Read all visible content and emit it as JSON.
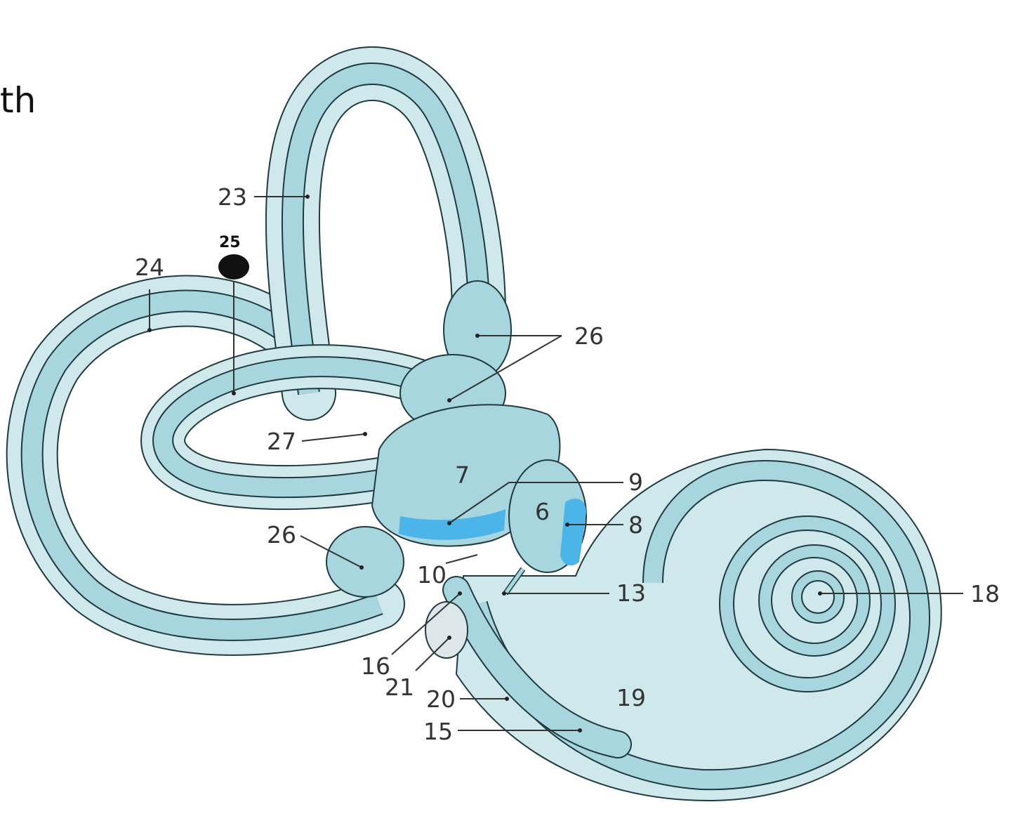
{
  "page": {
    "corner_fragment": "th"
  },
  "colors": {
    "outer_fill": "#cfe8ec",
    "mid_fill": "#a8d6de",
    "inner_fill": "#c6e6eb",
    "macula": "#4bb4e8",
    "outline": "#1f3a40"
  },
  "labels": {
    "l6": "6",
    "l7": "7",
    "l8": "8",
    "l9": "9",
    "l10": "10",
    "l13": "13",
    "l15": "15",
    "l16": "16",
    "l18": "18",
    "l19": "19",
    "l20": "20",
    "l21": "21",
    "l23": "23",
    "l24": "24",
    "l25": "25",
    "l26_top": "26",
    "l26_bottom": "26",
    "l27": "27"
  }
}
